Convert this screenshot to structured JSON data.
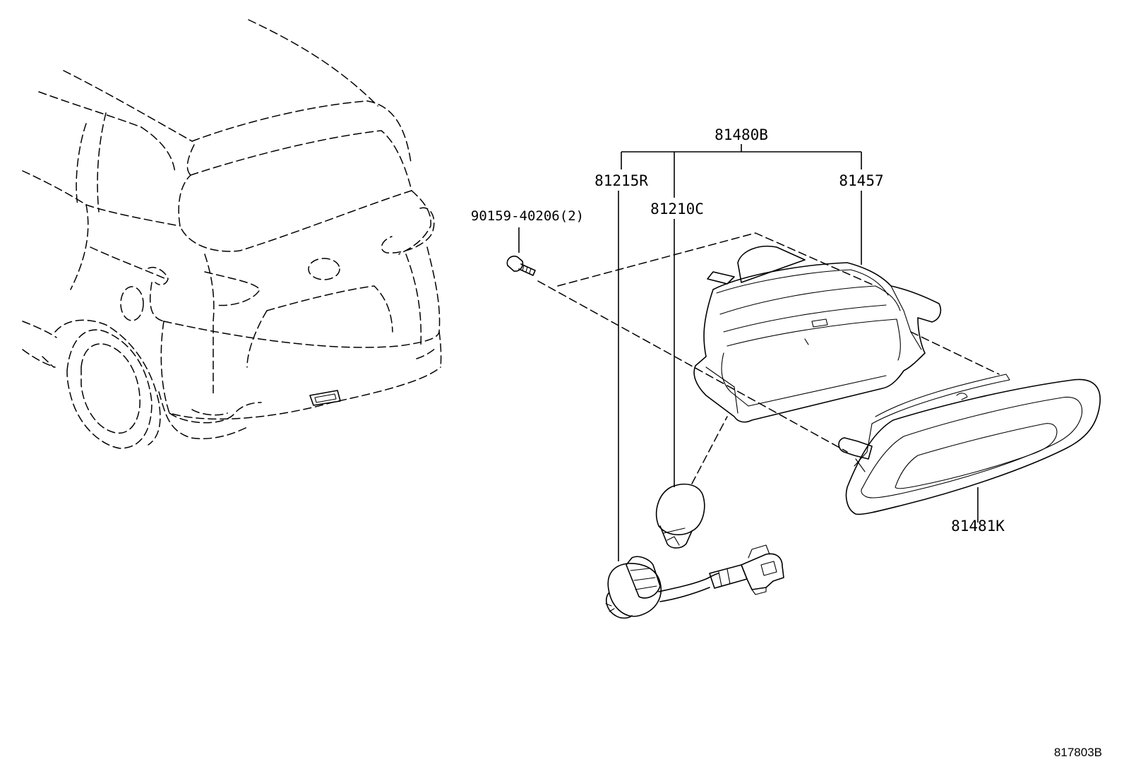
{
  "labels": {
    "assembly": "81480B",
    "socket": "81215R",
    "bulb": "81210C",
    "housing": "81457",
    "screw": "90159-40206(2)",
    "lens": "81481K"
  },
  "reference": "817803B"
}
